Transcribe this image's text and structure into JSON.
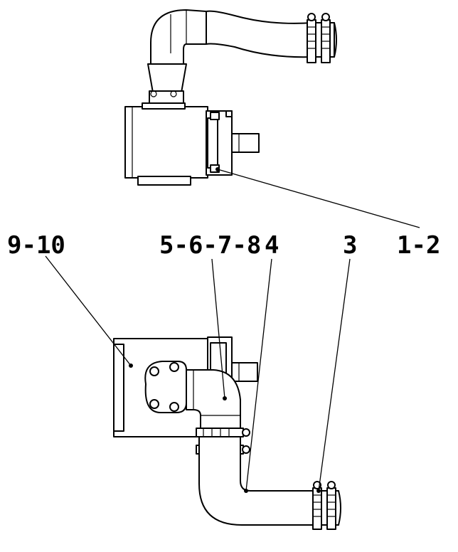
{
  "callouts": {
    "c12": "1-2",
    "c3": "3",
    "c4": "4",
    "c5678": "5-6-7-8",
    "c910": "9-10"
  },
  "colors": {
    "line": "#000000",
    "background": "#ffffff"
  },
  "views": [
    "top-view",
    "front-view"
  ]
}
